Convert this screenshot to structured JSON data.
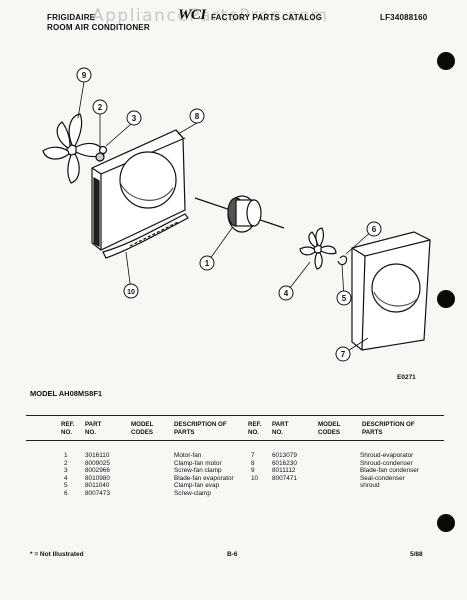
{
  "header": {
    "brand": "FRIGIDAIRE",
    "product": "ROOM AIR CONDITIONER",
    "logo": "WCI",
    "catalog_title": "FACTORY PARTS CATALOG",
    "model_code": "LF34088160",
    "watermark": "AppliancePartsPros.com"
  },
  "diagram": {
    "callouts": [
      "1",
      "2",
      "3",
      "4",
      "5",
      "6",
      "7",
      "8",
      "9",
      "10"
    ],
    "figure_code": "E0271"
  },
  "model_label": "MODEL AH08MS8F1",
  "table": {
    "headers": {
      "ref": "REF. NO.",
      "part": "PART NO.",
      "codes": "MODEL CODES",
      "desc": "DESCRIPTION OF PARTS"
    },
    "left_rows": [
      {
        "ref": "1",
        "part": "3016110",
        "desc": "Motor-fan"
      },
      {
        "ref": "2",
        "part": "8009025",
        "desc": "Clamp-fan motor"
      },
      {
        "ref": "3",
        "part": "8002966",
        "desc": "Screw-fan clamp"
      },
      {
        "ref": "4",
        "part": "8010980",
        "desc": "Blade-fan evaporator"
      },
      {
        "ref": "5",
        "part": "8011040",
        "desc": "Clamp-fan evap"
      },
      {
        "ref": "6",
        "part": "8007473",
        "desc": "Screw-clamp"
      }
    ],
    "right_rows": [
      {
        "ref": "7",
        "part": "6013079",
        "desc": "Shroud-evaporator"
      },
      {
        "ref": "8",
        "part": "6016230",
        "desc": "Shroud-condenser"
      },
      {
        "ref": "9",
        "part": "8011112",
        "desc": "Blade-fan condenser"
      },
      {
        "ref": "10",
        "part": "8007471",
        "desc": "Seal-condenser",
        "desc2": "shroud"
      }
    ]
  },
  "footer": {
    "note": "* = Not Illustrated",
    "page": "B-6",
    "date": "5/88"
  }
}
